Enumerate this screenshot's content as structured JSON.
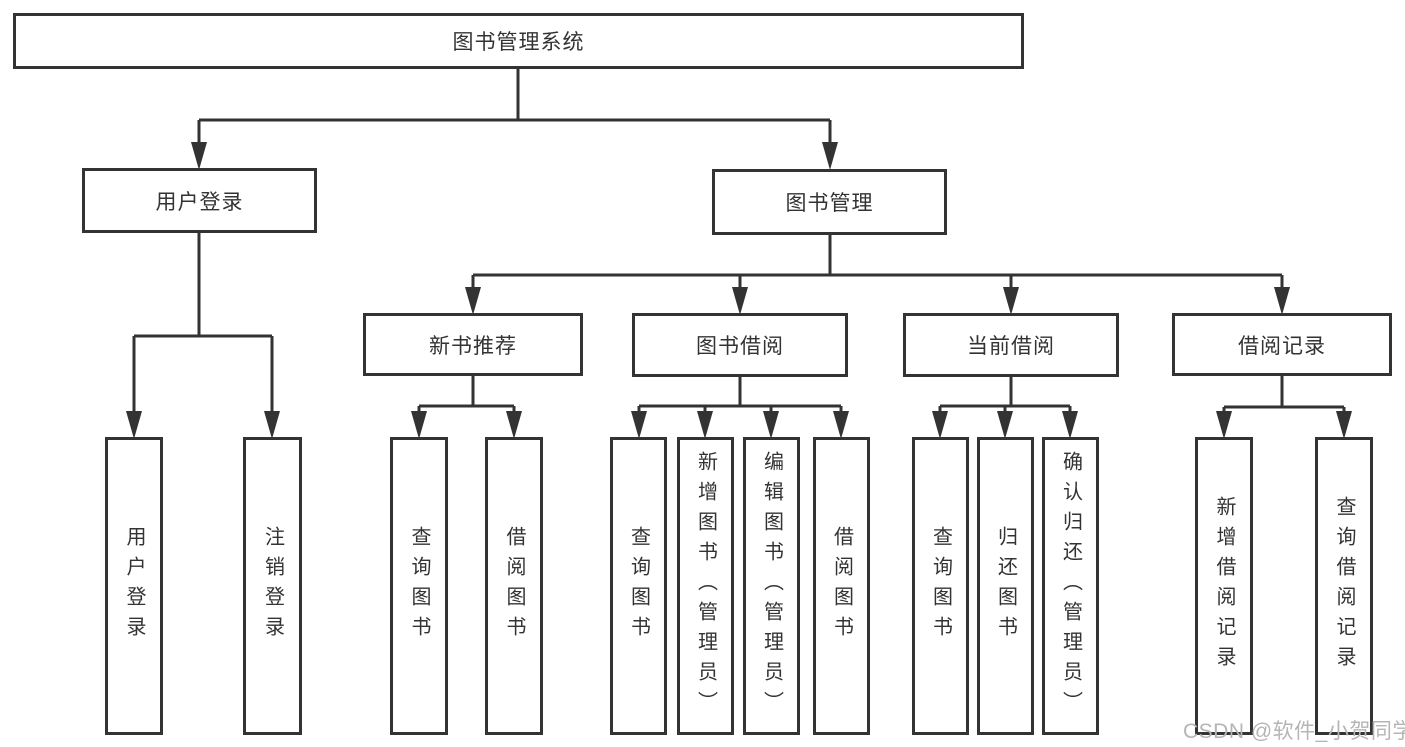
{
  "diagram": {
    "type": "hierarchy-tree",
    "colors": {
      "line": "#333333",
      "box_border": "#333333",
      "box_fill": "#ffffff",
      "text": "#333333",
      "watermark": "#b5b5b5",
      "background": "#ffffff"
    }
  },
  "tree": {
    "label": "图书管理系统",
    "children": [
      {
        "label": "用户登录",
        "children": [
          {
            "label": "用户登录"
          },
          {
            "label": "注销登录"
          }
        ]
      },
      {
        "label": "图书管理",
        "children": [
          {
            "label": "新书推荐",
            "children": [
              {
                "label": "查询图书"
              },
              {
                "label": "借阅图书"
              }
            ]
          },
          {
            "label": "图书借阅",
            "children": [
              {
                "label": "查询图书"
              },
              {
                "label": "新增图书（管理员）"
              },
              {
                "label": "编辑图书（管理员）"
              },
              {
                "label": "借阅图书"
              }
            ]
          },
          {
            "label": "当前借阅",
            "children": [
              {
                "label": "查询图书"
              },
              {
                "label": "归还图书"
              },
              {
                "label": "确认归还（管理员）"
              }
            ]
          },
          {
            "label": "借阅记录",
            "children": [
              {
                "label": "新增借阅记录"
              },
              {
                "label": "查询借阅记录"
              }
            ]
          }
        ]
      }
    ]
  },
  "watermark": {
    "text": "CSDN @软件_小贺同学"
  }
}
